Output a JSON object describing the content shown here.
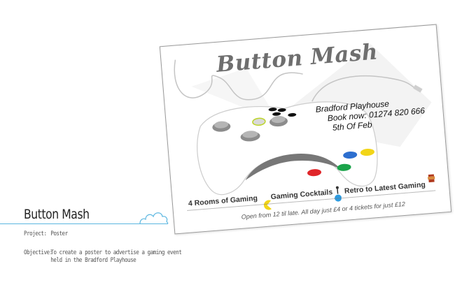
{
  "project": {
    "title": "Button Mash",
    "project_label": "Project:",
    "project_value": "Poster",
    "objective_label": "Objective:",
    "objective_value": "To create a poster to advertise a gaming event held in the Bradford Playhouse"
  },
  "poster": {
    "title": "Button Mash",
    "venue": "Bradford Playhouse",
    "booking": "Book now: 01274 820 666",
    "date": "5th Of Feb",
    "features": [
      "4 Rooms of Gaming",
      "Gaming Cocktails",
      "Retro to Latest Gaming"
    ],
    "footer": "Open from 12 til late. All day just £4 or 4 tickets for just £12"
  },
  "colors": {
    "accent_line": "#5ab6e0",
    "button_red": "#e0262a",
    "button_green": "#1aa34a",
    "button_blue": "#2d6fcf",
    "button_yellow": "#f2d518"
  },
  "icons": [
    "cloud-icon",
    "controller-illustration",
    "pacman-icon",
    "joystick-icon",
    "mario-icon"
  ]
}
